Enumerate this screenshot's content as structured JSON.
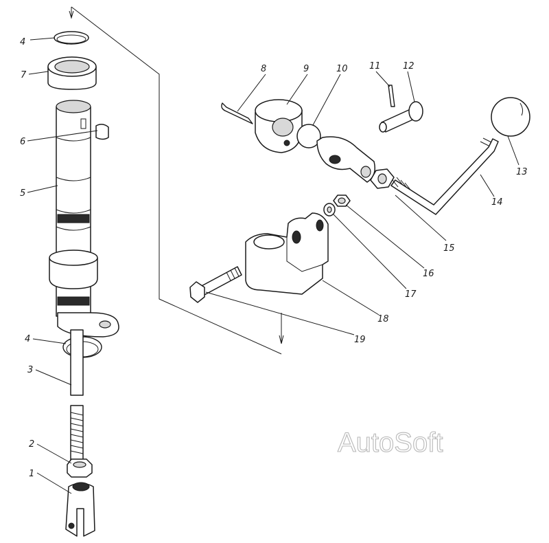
{
  "callouts": [
    "1",
    "2",
    "3",
    "4",
    "5",
    "6",
    "7",
    "8",
    "9",
    "10",
    "11",
    "12",
    "13",
    "14",
    "15",
    "16",
    "17",
    "18",
    "19"
  ],
  "labels": {
    "l1": "1",
    "l2": "2",
    "l3": "3",
    "l4a": "4",
    "l4b": "4",
    "l5": "5",
    "l6": "6",
    "l7": "7",
    "l8": "8",
    "l9": "9",
    "l10": "10",
    "l11": "11",
    "l12": "12",
    "l13": "13",
    "l14": "14",
    "l15": "15",
    "l16": "16",
    "l17": "17",
    "l18": "18",
    "l19": "19"
  },
  "watermark": "AutoSoft"
}
